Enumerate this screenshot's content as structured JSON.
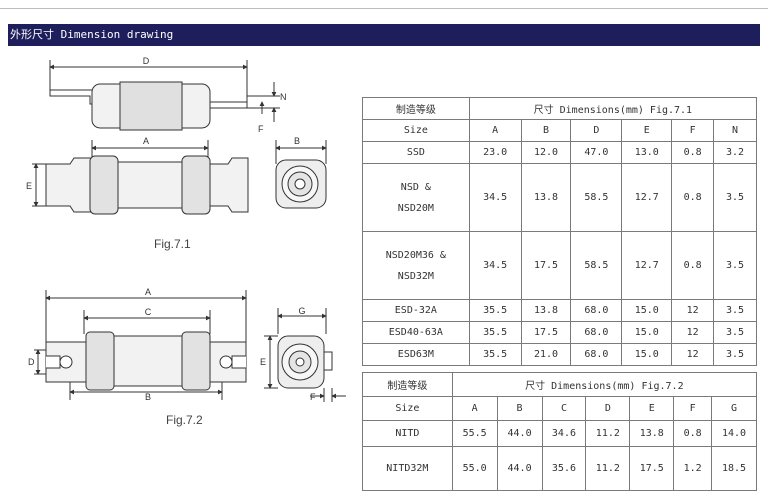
{
  "header": {
    "title": "外形尺寸 Dimension drawing"
  },
  "figures": {
    "fig1": {
      "caption": "Fig.7.1",
      "labels": {
        "D": "D",
        "N": "N",
        "F": "F",
        "A": "A",
        "E": "E",
        "B": "B"
      }
    },
    "fig2": {
      "caption": "Fig.7.2",
      "labels": {
        "A": "A",
        "C": "C",
        "D": "D",
        "B": "B",
        "G": "G",
        "E": "E",
        "F": "F"
      }
    }
  },
  "table1": {
    "model_header": "制造等级",
    "dim_header": "尺寸 Dimensions(mm) Fig.7.1",
    "size_label": "Size",
    "columns": [
      "A",
      "B",
      "D",
      "E",
      "F",
      "N"
    ],
    "rows": [
      {
        "name": [
          "SSD"
        ],
        "values": [
          "23.0",
          "12.0",
          "47.0",
          "13.0",
          "0.8",
          "3.2"
        ]
      },
      {
        "name": [
          "NSD &",
          "NSD20M"
        ],
        "values": [
          "34.5",
          "13.8",
          "58.5",
          "12.7",
          "0.8",
          "3.5"
        ]
      },
      {
        "name": [
          "NSD20M36 &",
          "NSD32M"
        ],
        "values": [
          "34.5",
          "17.5",
          "58.5",
          "12.7",
          "0.8",
          "3.5"
        ]
      },
      {
        "name": [
          "ESD-32A"
        ],
        "values": [
          "35.5",
          "13.8",
          "68.0",
          "15.0",
          "12",
          "3.5"
        ]
      },
      {
        "name": [
          "ESD40-63A"
        ],
        "values": [
          "35.5",
          "17.5",
          "68.0",
          "15.0",
          "12",
          "3.5"
        ]
      },
      {
        "name": [
          "ESD63M"
        ],
        "values": [
          "35.5",
          "21.0",
          "68.0",
          "15.0",
          "12",
          "3.5"
        ]
      }
    ]
  },
  "table2": {
    "model_header": "制造等级",
    "dim_header": "尺寸 Dimensions(mm) Fig.7.2",
    "size_label": "Size",
    "columns": [
      "A",
      "B",
      "C",
      "D",
      "E",
      "F",
      "G"
    ],
    "rows": [
      {
        "name": [
          "NITD"
        ],
        "values": [
          "55.5",
          "44.0",
          "34.6",
          "11.2",
          "13.8",
          "0.8",
          "14.0"
        ]
      },
      {
        "name": [
          "NITD32M"
        ],
        "values": [
          "55.0",
          "44.0",
          "35.6",
          "11.2",
          "17.5",
          "1.2",
          "18.5"
        ]
      }
    ]
  }
}
